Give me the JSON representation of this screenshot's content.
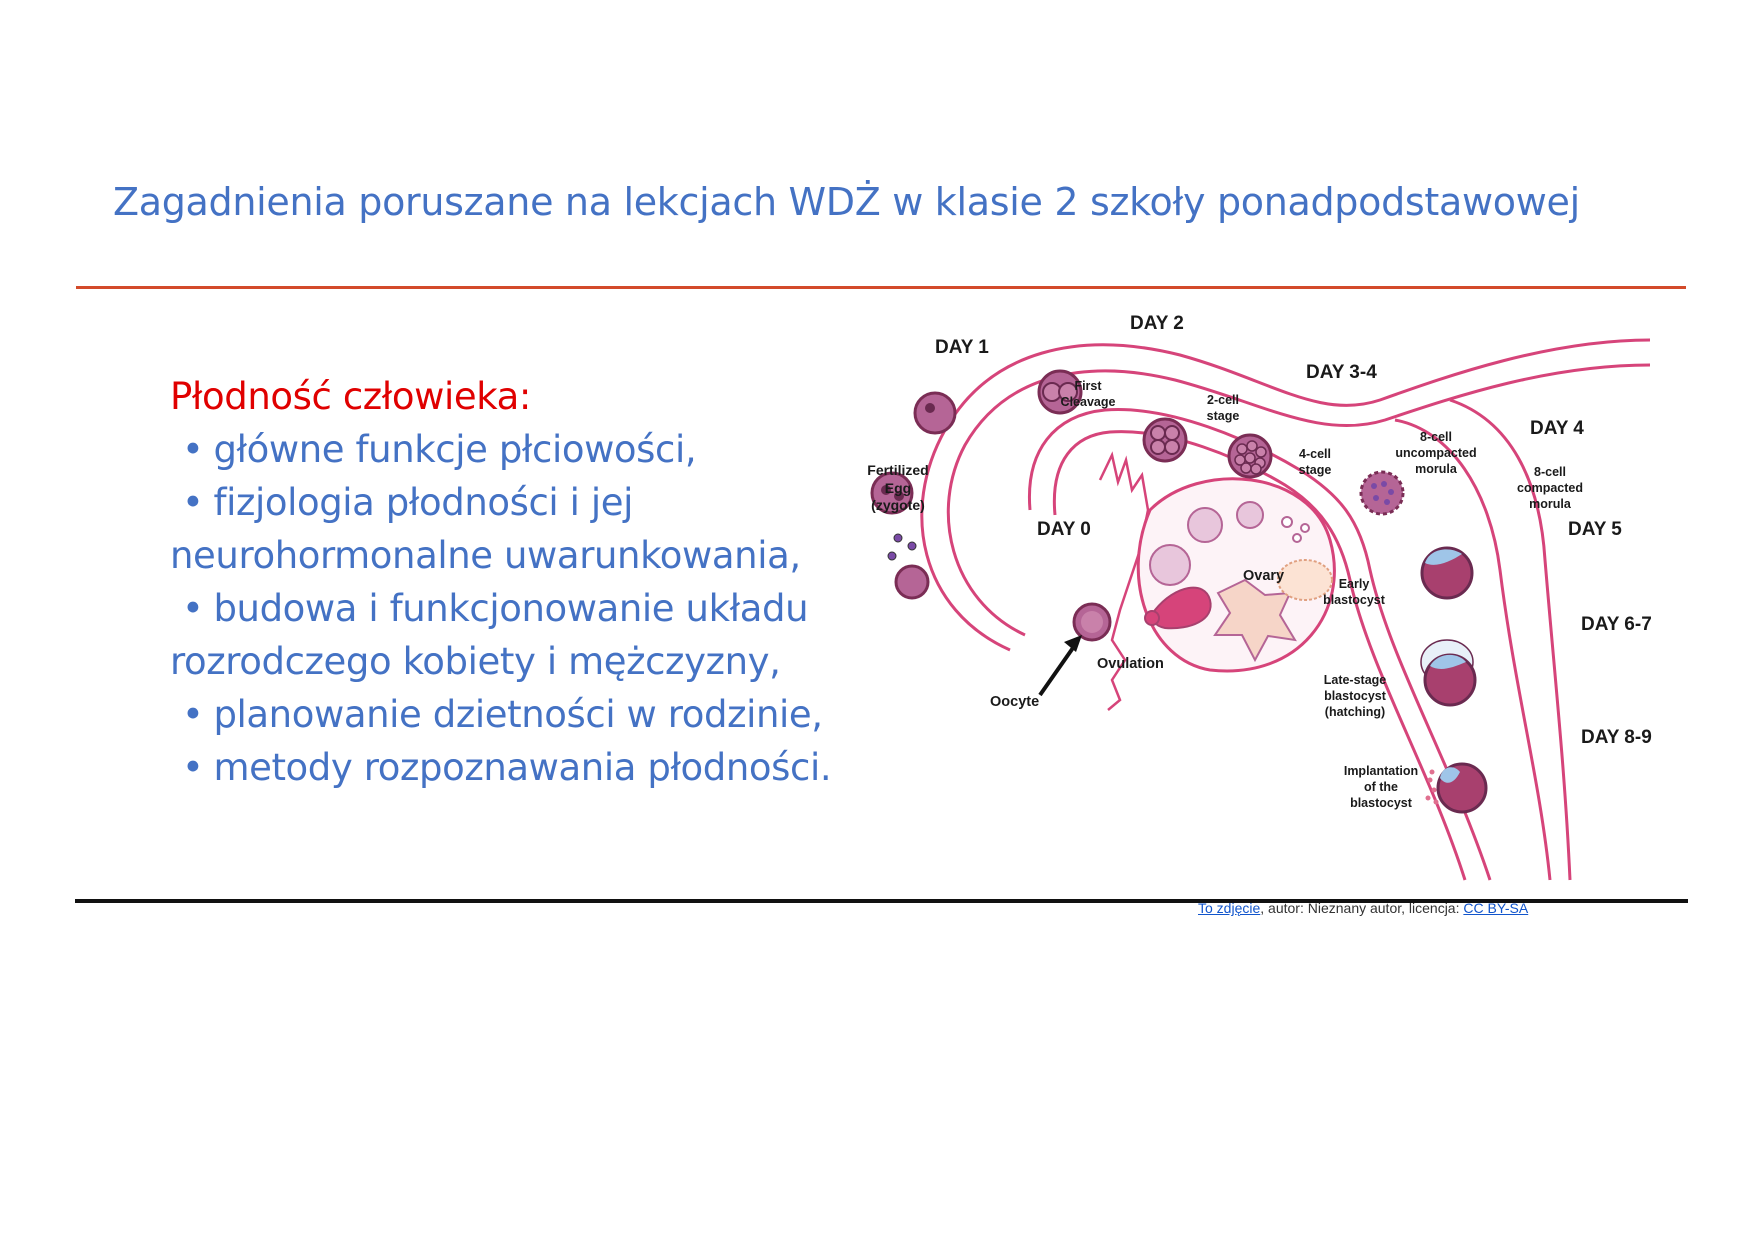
{
  "slide": {
    "title": "Zagadnienia poruszane na lekcjach WDŻ w klasie 2 szkoły ponadpodstawowej"
  },
  "content": {
    "heading": "Płodność człowieka:",
    "bullet_symbol": "•",
    "items": [
      {
        "line1": "główne funkcje płciowości,"
      },
      {
        "line1": "fizjologia płodności i jej",
        "line2": "neurohormonalne uwarunkowania,"
      },
      {
        "line1": "budowa i funkcjonowanie układu",
        "line2": "rozrodczego kobiety i mężczyzny,"
      },
      {
        "line1": "planowanie dzietności w rodzinie,"
      },
      {
        "line1": "metody rozpoznawania płodności."
      }
    ]
  },
  "figure": {
    "labels": {
      "day_1": "DAY 1",
      "day_2": "DAY 2",
      "day_3_4": "DAY 3-4",
      "day_4": "DAY 4",
      "day_5": "DAY 5",
      "day_6_7": "DAY 6-7",
      "day_8_9": "DAY 8-9",
      "day_0": "DAY 0",
      "first_cleavage_1": "First",
      "first_cleavage_2": "Cleavage",
      "two_cell_1": "2-cell",
      "two_cell_2": "stage",
      "four_cell_1": "4-cell",
      "four_cell_2": "stage",
      "uncompacted_1": "8-cell",
      "uncompacted_2": "uncompacted",
      "uncompacted_3": "morula",
      "compacted_1": "8-cell",
      "compacted_2": "compacted",
      "compacted_3": "morula",
      "fertilized_1": "Fertilized",
      "fertilized_2": "Egg",
      "fertilized_3": "(zygote)",
      "ovary": "Ovary",
      "ovulation": "Ovulation",
      "oocyte": "Oocyte",
      "early_blastocyst_1": "Early",
      "early_blastocyst_2": "blastocyst",
      "late_blastocyst_1": "Late-stage",
      "late_blastocyst_2": "blastocyst",
      "late_blastocyst_3": "(hatching)",
      "implantation_1": "Implantation",
      "implantation_2": "of the",
      "implantation_3": "blastocyst"
    },
    "colors": {
      "tube": "#d6447a",
      "cell": "#b56596",
      "cell_light": "#e8c6dc",
      "blastocyst": "#a8406e",
      "hatch": "#9fc5e8",
      "corpus": "#f6d5c8"
    }
  },
  "caption": {
    "link1": "To zdjęcie",
    "middle": ", autor: Nieznany autor, licencja: ",
    "link2": "CC BY-SA"
  }
}
